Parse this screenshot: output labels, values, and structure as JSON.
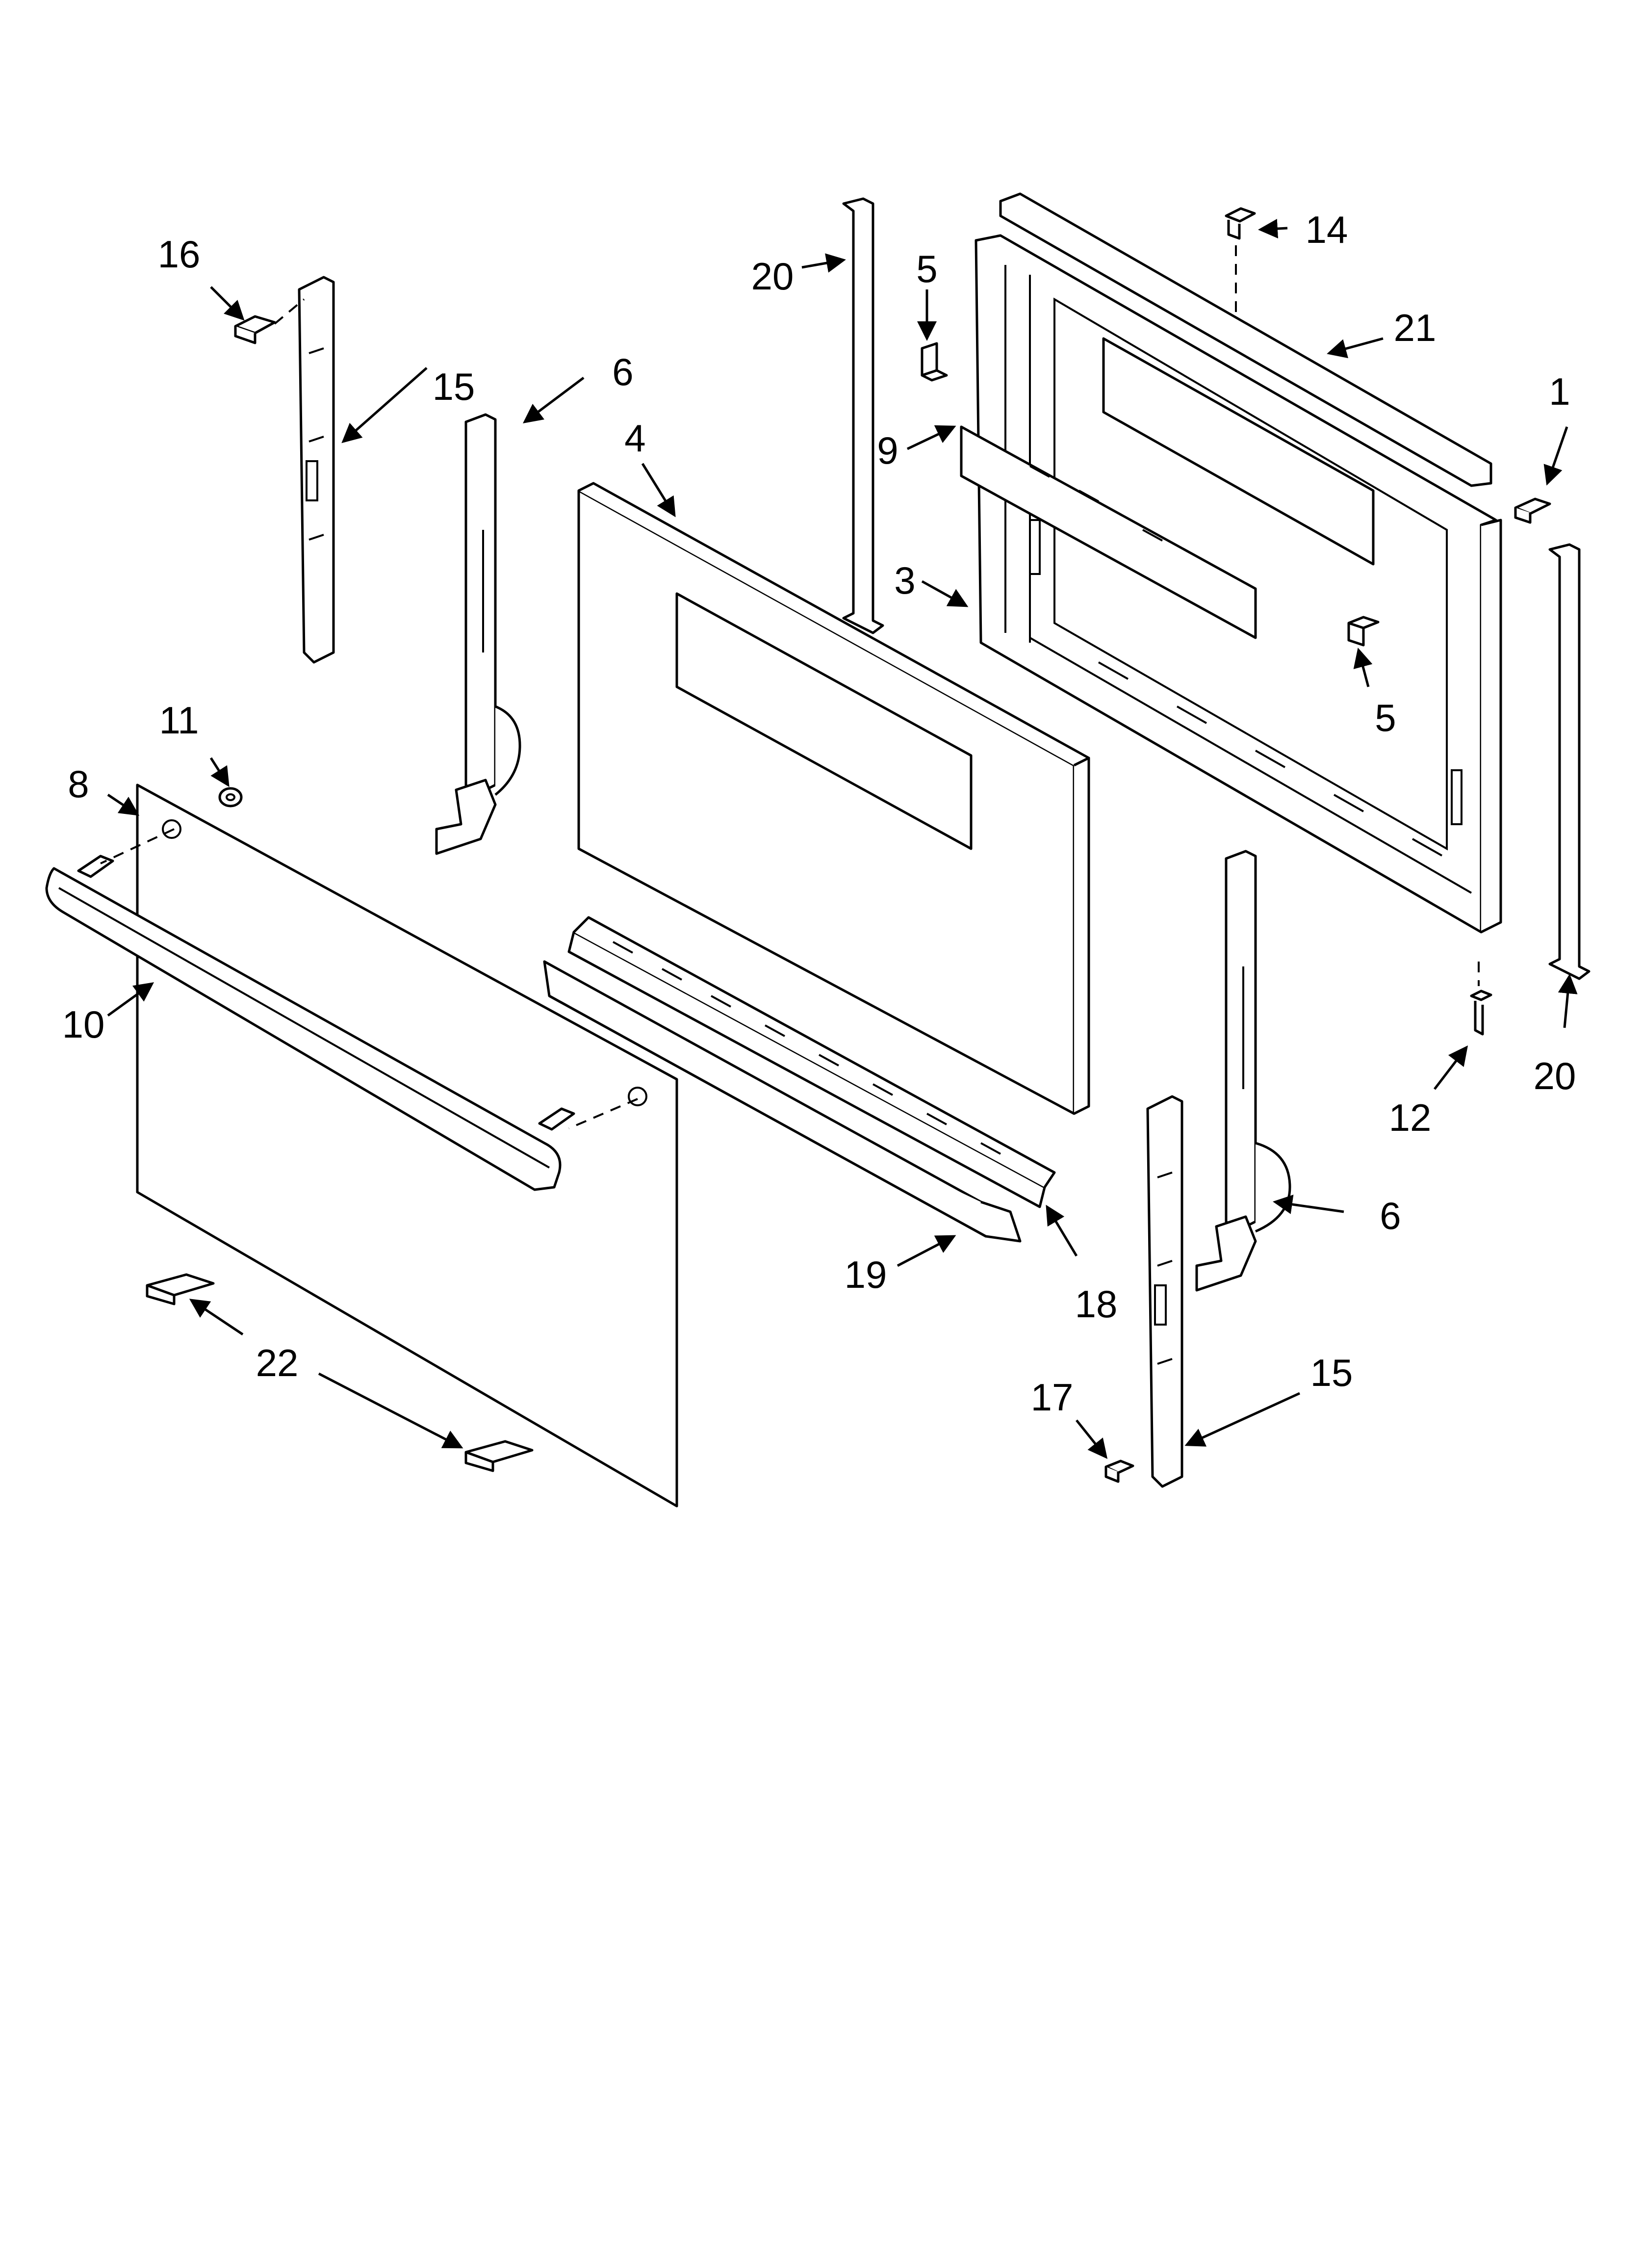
{
  "callouts": {
    "c1": "1",
    "c3": "3",
    "c4": "4",
    "c5a": "5",
    "c5b": "5",
    "c6a": "6",
    "c6b": "6",
    "c8": "8",
    "c9": "9",
    "c10": "10",
    "c11": "11",
    "c12": "12",
    "c14": "14",
    "c15a": "15",
    "c15b": "15",
    "c16": "16",
    "c17": "17",
    "c18": "18",
    "c19": "19",
    "c20a": "20",
    "c20b": "20",
    "c21": "21",
    "c22": "22"
  }
}
